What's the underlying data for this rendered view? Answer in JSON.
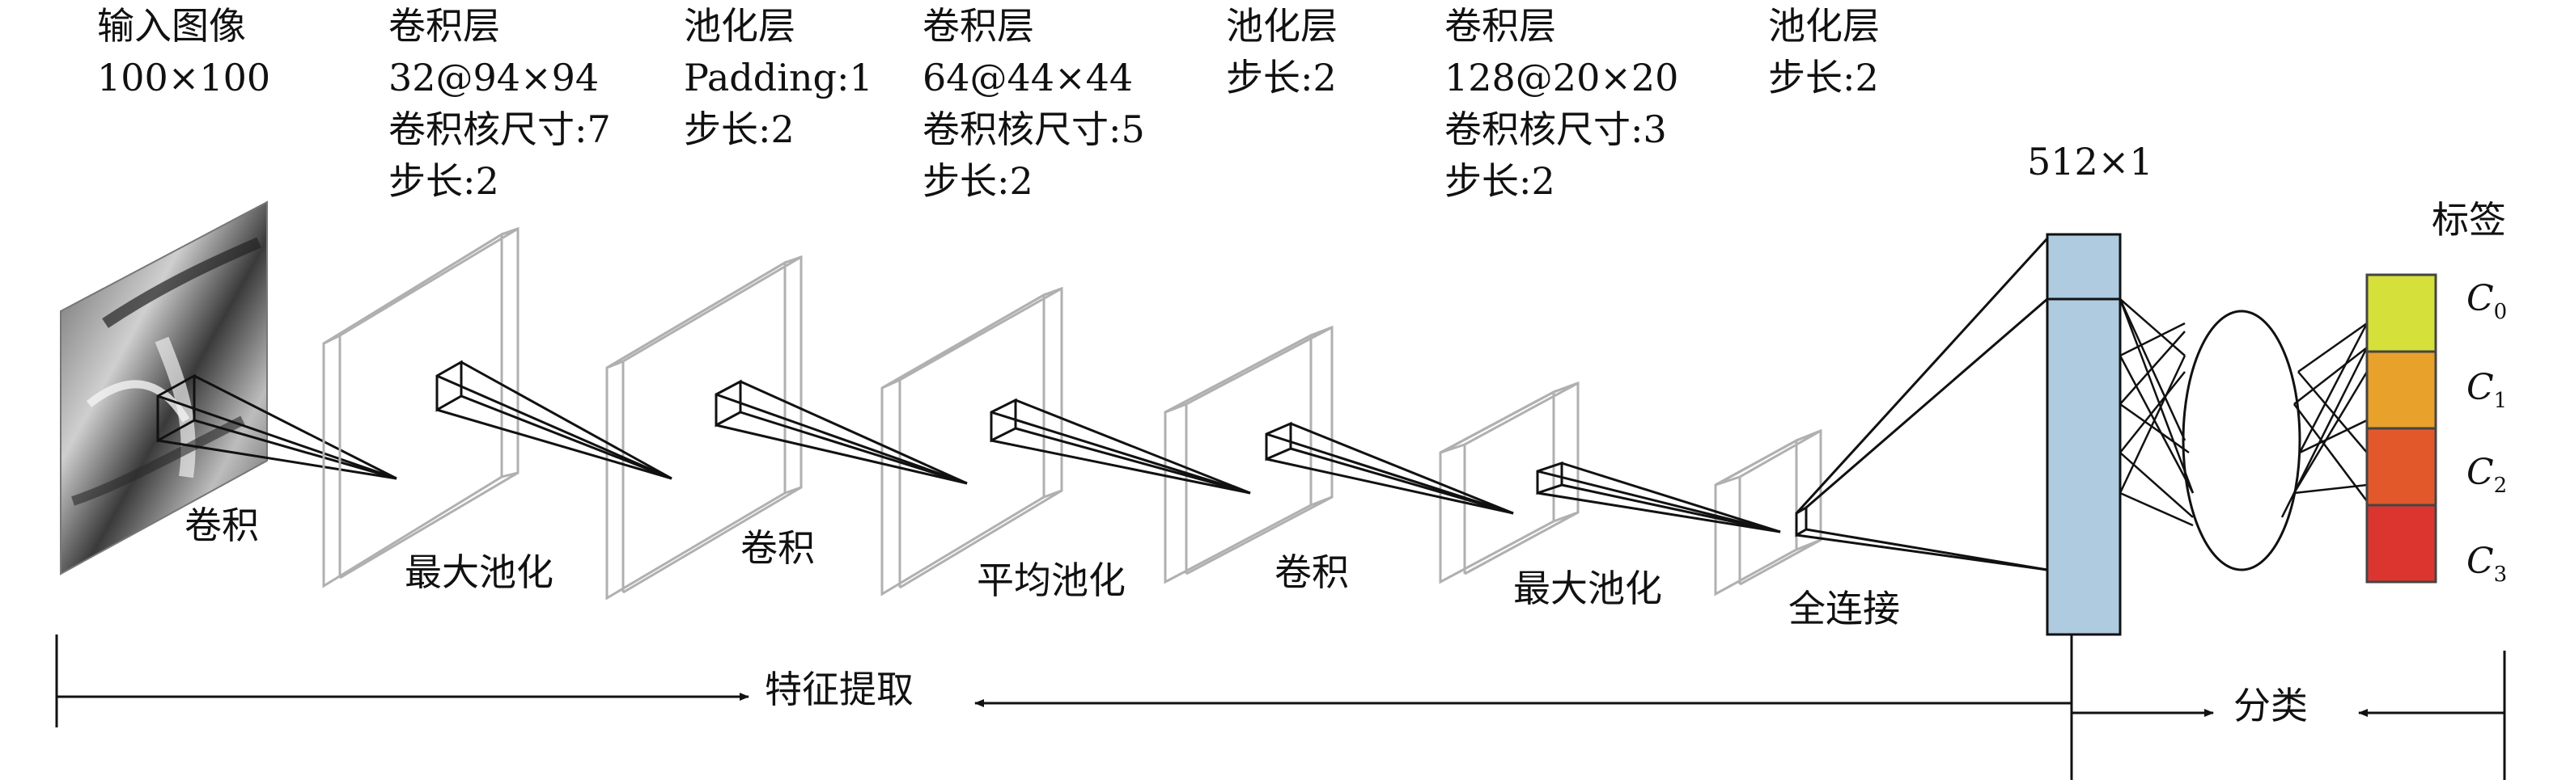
{
  "headers": {
    "input": [
      "输入图像",
      "100×100"
    ],
    "conv1": [
      "卷积层",
      "32@94×94",
      "卷积核尺寸:7",
      "步长:2"
    ],
    "pool1": [
      "池化层",
      "Padding:1",
      "步长:2"
    ],
    "conv2": [
      "卷积层",
      "64@44×44",
      "卷积核尺寸:5",
      "步长:2"
    ],
    "pool2": [
      "池化层",
      "步长:2"
    ],
    "conv3": [
      "卷积层",
      "128@20×20",
      "卷积核尺寸:3",
      "步长:2"
    ],
    "pool3": [
      "池化层",
      "步长:2"
    ]
  },
  "ops": {
    "op1": "卷积",
    "op2": "最大池化",
    "op3": "卷积",
    "op4": "平均池化",
    "op5": "卷积",
    "op6": "最大池化",
    "op7": "全连接"
  },
  "fc_label": "512×1",
  "label_title": "标签",
  "classes": [
    {
      "letter": "C",
      "sub": "0",
      "color": "#d6e03a"
    },
    {
      "letter": "C",
      "sub": "1",
      "color": "#e8a12a"
    },
    {
      "letter": "C",
      "sub": "2",
      "color": "#e2582a"
    },
    {
      "letter": "C",
      "sub": "3",
      "color": "#dc3530"
    }
  ],
  "sections": {
    "feature": "特征提取",
    "classify": "分类"
  },
  "colors": {
    "fc_fill": "#aecbe0",
    "box_stroke": "#b0b0b0",
    "line": "#111111"
  }
}
